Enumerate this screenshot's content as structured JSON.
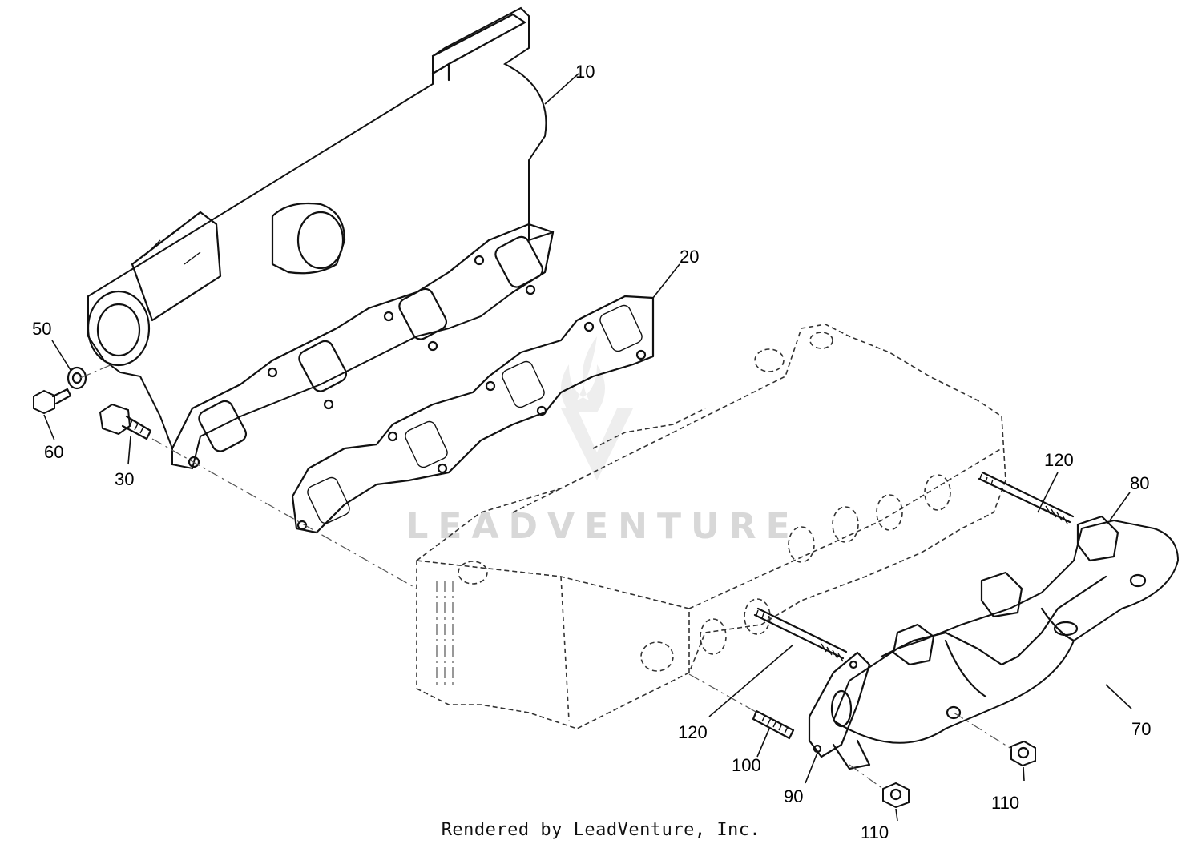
{
  "footer": {
    "text": "Rendered by LeadVenture, Inc."
  },
  "watermark": {
    "text": "LEADVENTURE"
  },
  "callouts": [
    {
      "id": "10",
      "text": "10"
    },
    {
      "id": "20",
      "text": "20"
    },
    {
      "id": "30",
      "text": "30"
    },
    {
      "id": "50",
      "text": "50"
    },
    {
      "id": "60",
      "text": "60"
    },
    {
      "id": "70",
      "text": "70"
    },
    {
      "id": "80",
      "text": "80"
    },
    {
      "id": "90",
      "text": "90"
    },
    {
      "id": "100",
      "text": "100"
    },
    {
      "id": "110a",
      "text": "110"
    },
    {
      "id": "110b",
      "text": "110"
    },
    {
      "id": "120a",
      "text": "120"
    },
    {
      "id": "120b",
      "text": "120"
    }
  ]
}
